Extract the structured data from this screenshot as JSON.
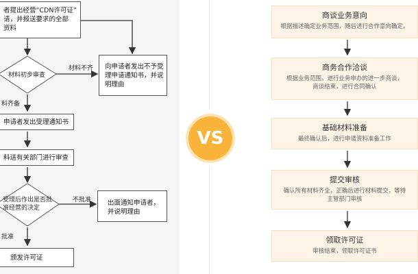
{
  "left_flow": {
    "box1_lines": [
      "者提出经营“CDN许可证”",
      "请，并报送要求的全部",
      "资料"
    ],
    "decision1": "材料初步审查",
    "label_incomplete": "材料不齐",
    "reject1_lines": [
      "向申请者发出不予受",
      "理申请通知书，并说",
      "明理由"
    ],
    "label_complete": "料齐备",
    "box_accept": "申请者发出受理通知书",
    "box_forward": "料送有关部门进行审查",
    "decision2_lines": [
      "受理后作出是否批",
      "准经营的决定"
    ],
    "label_not_approved": "不批准",
    "reject2_lines": [
      "出面通知申请者，",
      "并说明理由"
    ],
    "label_approved": "批准",
    "box_issue": "颁发许可证"
  },
  "vs_label": "VS",
  "right_steps": [
    {
      "title": "商谈业务意向",
      "desc": [
        "根据描述确定业务范围，随后进行合作意向确定。"
      ]
    },
    {
      "title": "商务合作洽谈",
      "desc": [
        "根据业务范围，进行业务申办的进一步商谈，",
        "商谈结束，进行合同确认"
      ]
    },
    {
      "title": "基础材料准备",
      "desc": [
        "最终确认后，进行申请资料准备工作"
      ]
    },
    {
      "title": "提交审核",
      "desc": [
        "确认所有材料齐全，正确后进行材料提交，等待",
        "主管部门审核"
      ]
    },
    {
      "title": "领取许可证",
      "desc": [
        "审核结束，领取许可证书"
      ]
    }
  ],
  "colors": {
    "left_bg": "#f5f5f5",
    "vs_fill": "#f8b43a",
    "step_fill": "#fdf3e6",
    "arrow": "#333333"
  }
}
